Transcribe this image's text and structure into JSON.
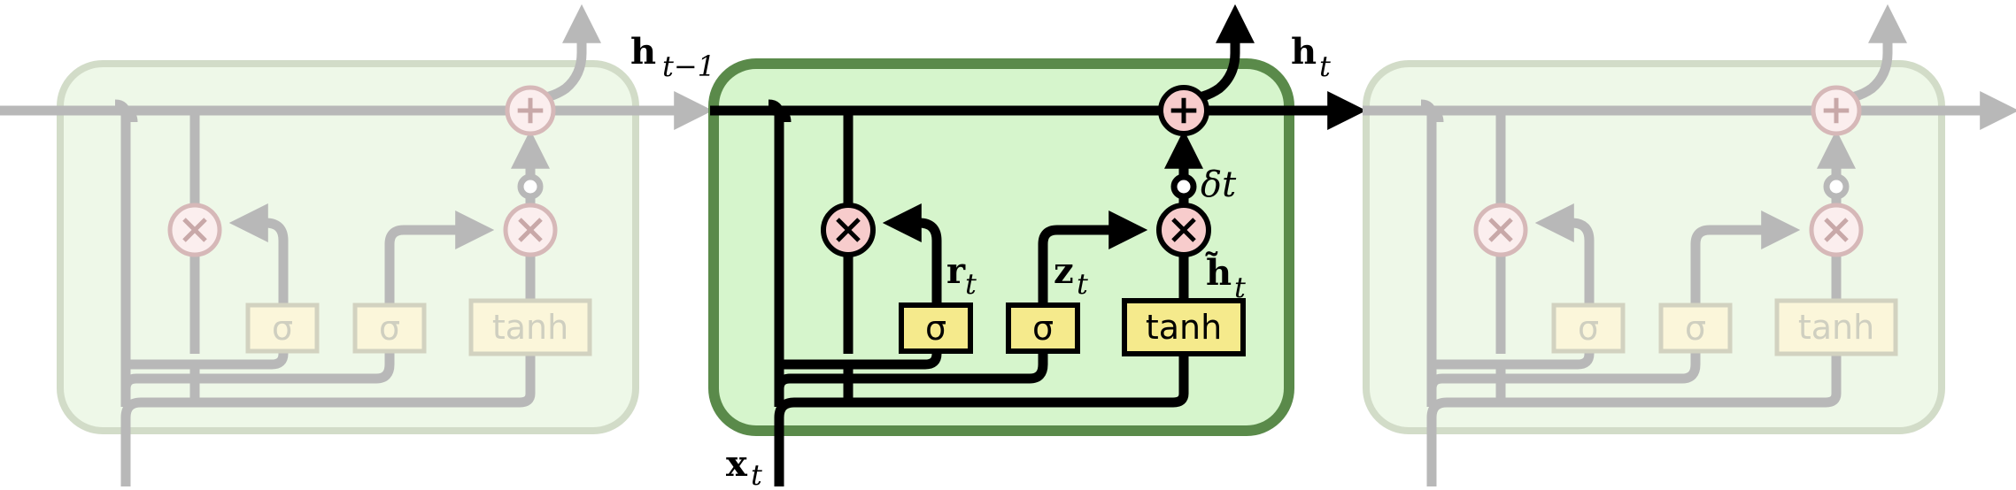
{
  "cells": [
    {
      "role": "previous",
      "faded": true,
      "gates": [
        {
          "kind": "sigma",
          "label": "σ"
        },
        {
          "kind": "sigma",
          "label": "σ"
        },
        {
          "kind": "tanh",
          "label": "tanh"
        }
      ],
      "ops": [
        {
          "kind": "multiply",
          "symbol": "×"
        },
        {
          "kind": "multiply",
          "symbol": "×"
        },
        {
          "kind": "add",
          "symbol": "+"
        }
      ]
    },
    {
      "role": "current",
      "faded": false,
      "gates": [
        {
          "kind": "sigma",
          "label": "σ"
        },
        {
          "kind": "sigma",
          "label": "σ"
        },
        {
          "kind": "tanh",
          "label": "tanh"
        }
      ],
      "ops": [
        {
          "kind": "multiply",
          "symbol": "×"
        },
        {
          "kind": "multiply",
          "symbol": "×"
        },
        {
          "kind": "add",
          "symbol": "+"
        }
      ]
    },
    {
      "role": "next",
      "faded": true,
      "gates": [
        {
          "kind": "sigma",
          "label": "σ"
        },
        {
          "kind": "sigma",
          "label": "σ"
        },
        {
          "kind": "tanh",
          "label": "tanh"
        }
      ],
      "ops": [
        {
          "kind": "multiply",
          "symbol": "×"
        },
        {
          "kind": "multiply",
          "symbol": "×"
        },
        {
          "kind": "add",
          "symbol": "+"
        }
      ]
    }
  ],
  "labels": {
    "h_prev": {
      "base": "h",
      "sub": "t−1"
    },
    "h_t": {
      "base": "h",
      "sub": "t"
    },
    "x_t": {
      "base": "x",
      "sub": "t"
    },
    "r_t": {
      "base": "r",
      "sub": "t"
    },
    "z_t": {
      "base": "z",
      "sub": "t"
    },
    "h_tilde": {
      "base": "h̃",
      "sub": "t"
    },
    "delta_t": {
      "text": "δt"
    }
  },
  "colors": {
    "active_stroke": "#000000",
    "faded_stroke": "#b8b8b8",
    "active_box_fill": "#d6f5cc",
    "active_box_border": "#5a8a4a",
    "faded_box_fill": "#eef8e8",
    "faded_box_border": "#d2dcc8",
    "gate_fill": "#f5ea8c",
    "faded_gate_fill": "#fbf6da",
    "op_fill": "#f7cccc",
    "faded_op_fill": "#fbeeee"
  }
}
